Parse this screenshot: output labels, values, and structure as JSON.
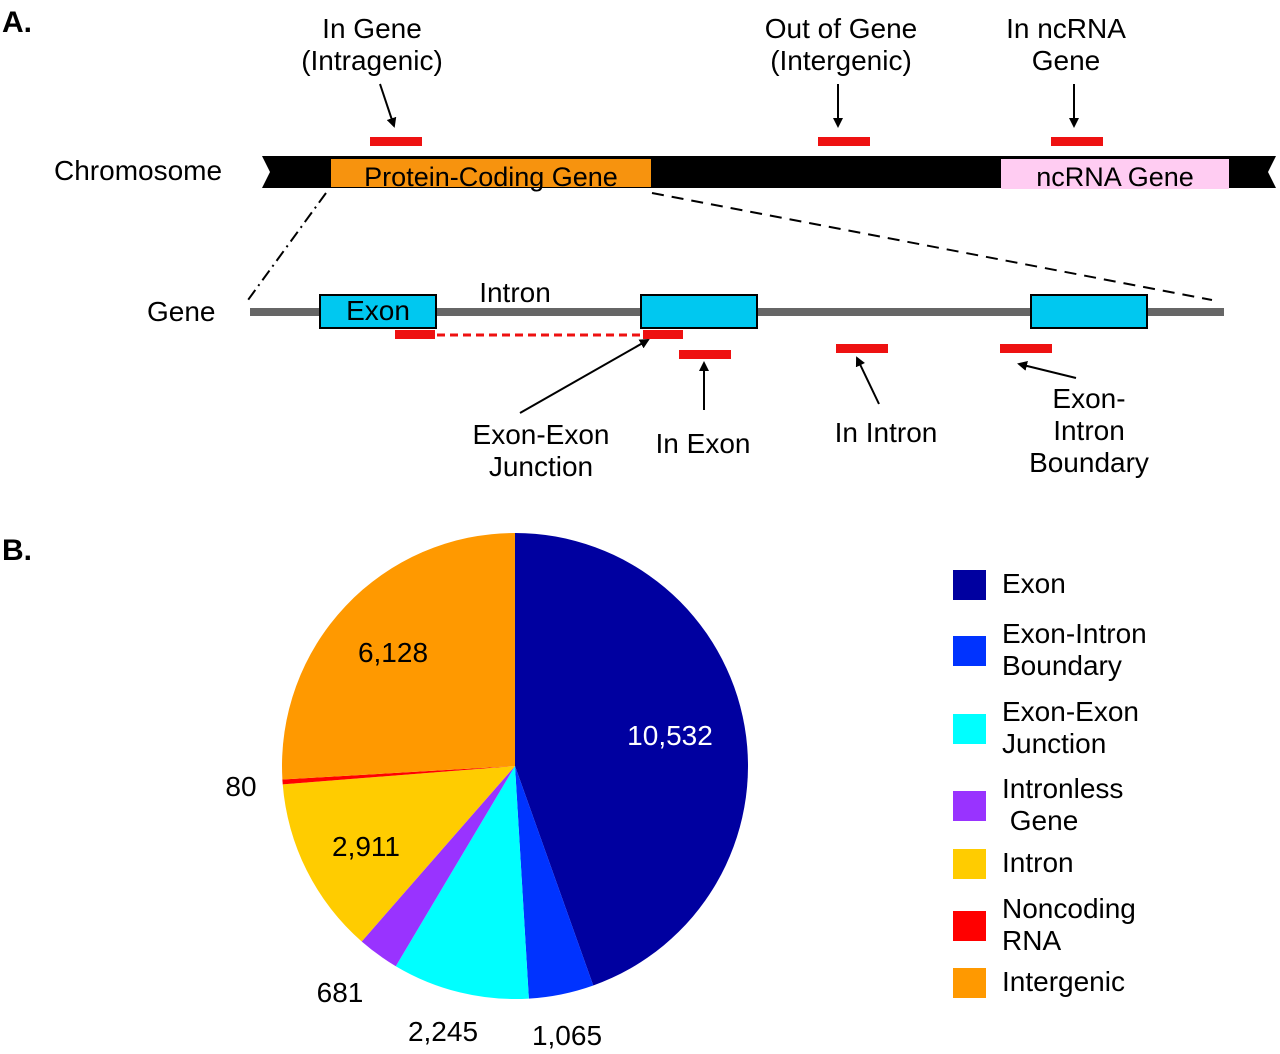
{
  "panel_a": {
    "label": "A.",
    "top_labels": {
      "in_gene": [
        "In Gene",
        "(Intragenic)"
      ],
      "out_of_gene": [
        "Out of Gene",
        "(Intergenic)"
      ],
      "in_ncrna": [
        "In ncRNA",
        "Gene"
      ]
    },
    "chromosome_label": "Chromosome",
    "protein_coding_gene": "Protein-Coding Gene",
    "ncrna_gene": "ncRNA Gene",
    "gene_label": "Gene",
    "exon_label": "Exon",
    "intron_label": "Intron",
    "bottom_labels": {
      "exon_exon_junction": [
        "Exon-Exon",
        "Junction"
      ],
      "in_exon": "In Exon",
      "in_intron": "In Intron",
      "exon_intron_boundary": [
        "Exon-",
        "Intron",
        "Boundary"
      ]
    },
    "colors": {
      "chromosome": "#000000",
      "protein_coding_gene": "#f7930e",
      "ncrna_gene": "#ffccf2",
      "exon": "#00c8f0",
      "gene_line": "#666666",
      "probe": "#ee1111"
    }
  },
  "panel_b": {
    "label": "B."
  },
  "chart_data": {
    "type": "pie",
    "start": "12 o'clock",
    "direction": "clockwise",
    "slices": [
      {
        "name": "Exon",
        "value": 10532,
        "label": "10,532",
        "color": "#0000a0",
        "label_color": "#ffffff"
      },
      {
        "name": "Exon-Intron Boundary",
        "value": 1065,
        "label": "1,065",
        "color": "#0033ff",
        "label_color": "#000000"
      },
      {
        "name": "Exon-Exon Junction",
        "value": 2245,
        "label": "2,245",
        "color": "#00ffff",
        "label_color": "#000000"
      },
      {
        "name": "Intronless Gene",
        "value": 681,
        "label": "681",
        "color": "#9933ff",
        "label_color": "#000000"
      },
      {
        "name": "Intron",
        "value": 2911,
        "label": "2,911",
        "color": "#ffcc00",
        "label_color": "#000000"
      },
      {
        "name": "Noncoding RNA",
        "value": 80,
        "label": "80",
        "color": "#ff0000",
        "label_color": "#000000"
      },
      {
        "name": "Intergenic",
        "value": 6128,
        "label": "6,128",
        "color": "#ff9900",
        "label_color": "#000000"
      }
    ],
    "legend": {
      "placement": "right",
      "entries": [
        {
          "lines": [
            "Exon"
          ],
          "color": "#0000a0"
        },
        {
          "lines": [
            "Exon-Intron",
            "Boundary"
          ],
          "color": "#0033ff"
        },
        {
          "lines": [
            "Exon-Exon",
            "Junction"
          ],
          "color": "#00ffff"
        },
        {
          "lines": [
            "Intronless",
            " Gene"
          ],
          "color": "#9933ff"
        },
        {
          "lines": [
            "Intron"
          ],
          "color": "#ffcc00"
        },
        {
          "lines": [
            "Noncoding",
            "RNA"
          ],
          "color": "#ff0000"
        },
        {
          "lines": [
            "Intergenic"
          ],
          "color": "#ff9900"
        }
      ]
    }
  }
}
